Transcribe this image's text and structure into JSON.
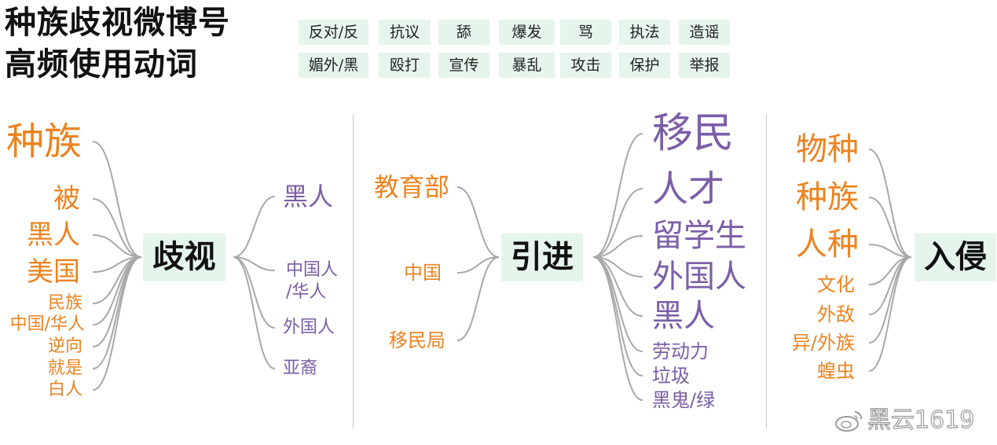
{
  "title": {
    "line1": "种族歧视微博号",
    "line2": "高频使用动词"
  },
  "tags": [
    "反对/反",
    "抗议",
    "舔",
    "爆发",
    "骂",
    "执法",
    "造谣",
    "媚外/黑",
    "殴打",
    "宣传",
    "暴乱",
    "攻击",
    "保护",
    "举报"
  ],
  "nodes": {
    "discrimination": "歧视",
    "introduce": "引进",
    "invasion": "入侵"
  },
  "groups": {
    "before_discrimination": [
      "种族",
      "被",
      "黑人",
      "美国",
      "民族",
      "中国/华人",
      "逆向",
      "就是",
      "白人"
    ],
    "after_discrimination": [
      "黑人",
      "中国人",
      "/华人",
      "外国人",
      "亚裔"
    ],
    "before_introduce": [
      "教育部",
      "中国",
      "移民局"
    ],
    "after_introduce": [
      "移民",
      "人才",
      "留学生",
      "外国人",
      "黑人",
      "劳动力",
      "垃圾",
      "黑鬼/绿"
    ],
    "before_invasion": [
      "物种",
      "种族",
      "人种",
      "文化",
      "外敌",
      "异/外族",
      "蝗虫"
    ]
  },
  "watermark": "黑云1619",
  "colors": {
    "orange": "#ec8320",
    "purple": "#7b5ea7",
    "tag_bg": "#e6f5ec",
    "link": "#a8a8a8"
  }
}
